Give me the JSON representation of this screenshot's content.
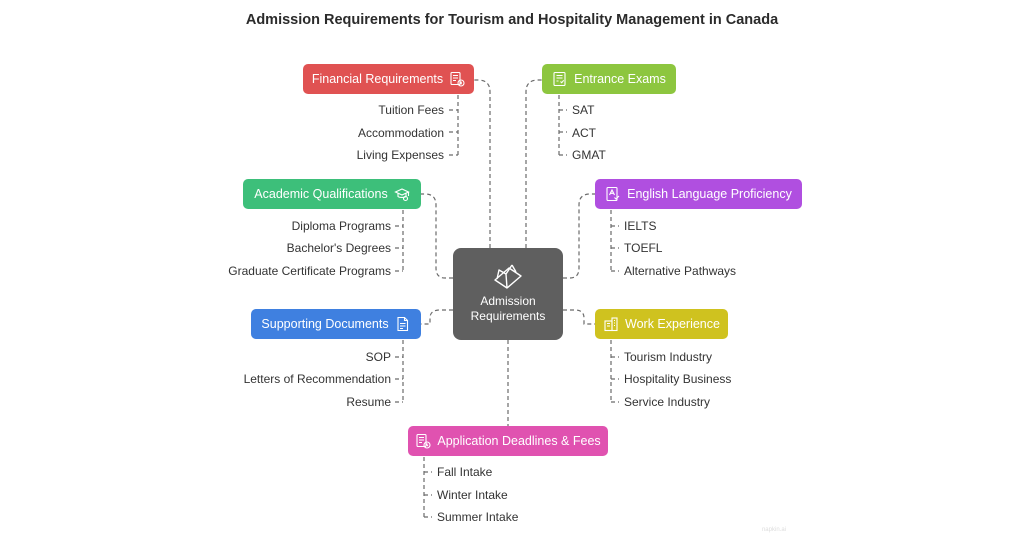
{
  "title": "Admission Requirements for Tourism and Hospitality Management in Canada",
  "center": {
    "line1": "Admission",
    "line2": "Requirements",
    "icon": "book-open-icon"
  },
  "categories": {
    "financial": {
      "label": "Financial Requirements",
      "color": "#e05252",
      "icon": "receipt-icon",
      "items": [
        "Tuition Fees",
        "Accommodation",
        "Living Expenses"
      ]
    },
    "entrance": {
      "label": "Entrance Exams",
      "color": "#8dc63f",
      "icon": "exam-paper-icon",
      "items": [
        "SAT",
        "ACT",
        "GMAT"
      ]
    },
    "academic": {
      "label": "Academic Qualifications",
      "color": "#3dbf7a",
      "icon": "graduation-icon",
      "items": [
        "Diploma Programs",
        "Bachelor's Degrees",
        "Graduate Certificate Programs"
      ]
    },
    "english": {
      "label": "English Language Proficiency",
      "color": "#b04fe0",
      "icon": "language-icon",
      "items": [
        "IELTS",
        "TOEFL",
        "Alternative Pathways"
      ]
    },
    "supporting": {
      "label": "Supporting Documents",
      "color": "#3f80e0",
      "icon": "document-icon",
      "items": [
        "SOP",
        "Letters of Recommendation",
        "Resume"
      ]
    },
    "work": {
      "label": "Work Experience",
      "color": "#cfc21f",
      "icon": "building-icon",
      "items": [
        "Tourism Industry",
        "Hospitality Business",
        "Service Industry"
      ]
    },
    "deadlines": {
      "label": "Application Deadlines & Fees",
      "color": "#e052b0",
      "icon": "calendar-receipt-icon",
      "items": [
        "Fall Intake",
        "Winter Intake",
        "Summer Intake"
      ]
    }
  },
  "watermark": "napkin.ai"
}
